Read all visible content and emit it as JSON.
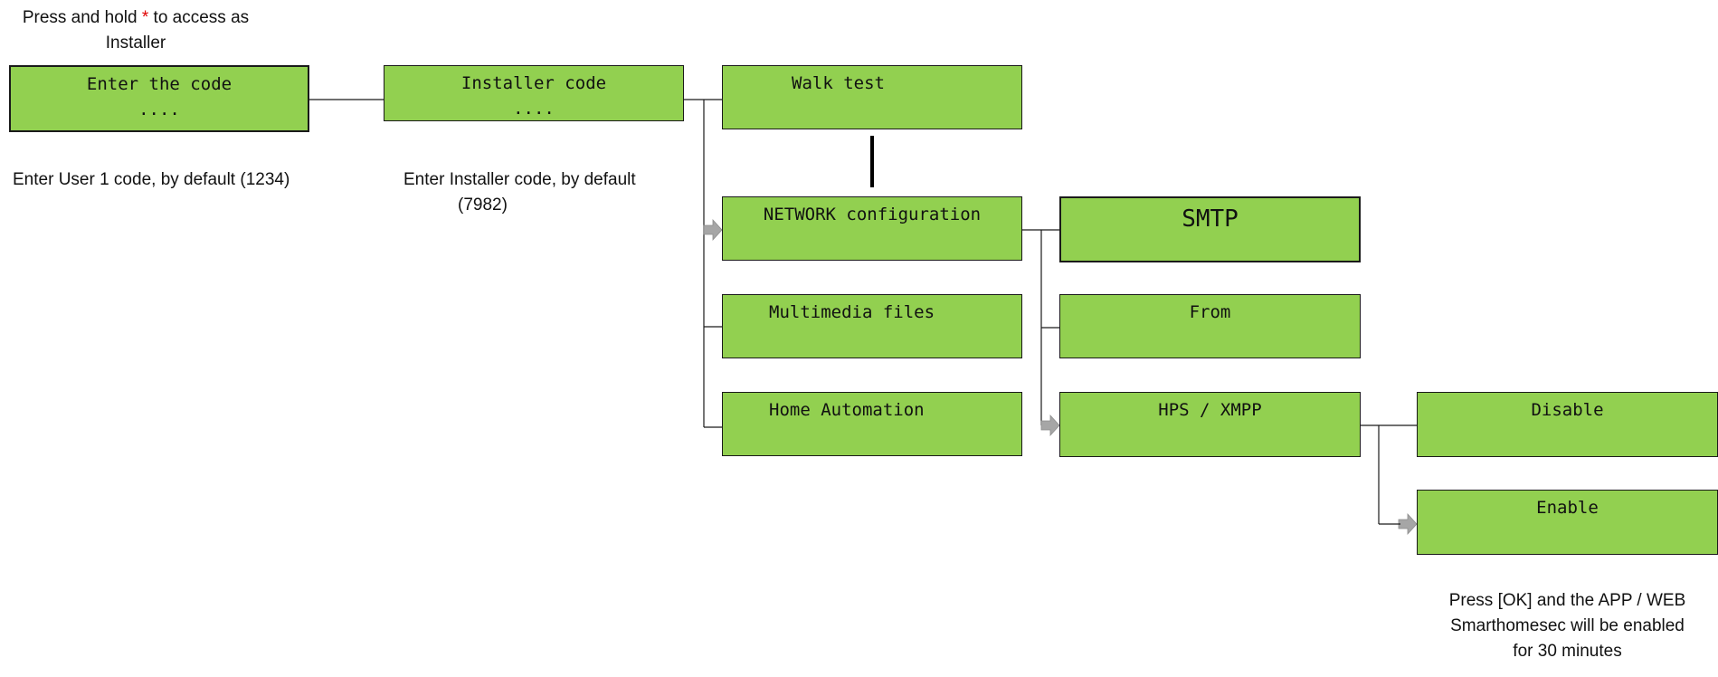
{
  "notes": {
    "access_prefix": "Press and hold ",
    "access_star": "*",
    "access_suffix": " to access as",
    "access_line2": "Installer",
    "user_code_hint": "Enter User 1 code, by default (1234)",
    "installer_hint_line1": "Enter Installer code, by default",
    "installer_hint_line2": "(7982)",
    "enable_hint_line1": "Press [OK] and the APP / WEB",
    "enable_hint_line2": "Smarthomesec will be enabled",
    "enable_hint_line3": "for 30 minutes"
  },
  "boxes": {
    "enter_code": {
      "title": "Enter the code",
      "value": "...."
    },
    "installer_code": {
      "title": "Installer code",
      "value": "...."
    },
    "walk_test": {
      "title": "Walk test"
    },
    "network_config": {
      "title": "NETWORK configuration"
    },
    "multimedia": {
      "title": "Multimedia files"
    },
    "home_automation": {
      "title": "Home Automation"
    },
    "smtp": {
      "title": "SMTP"
    },
    "from": {
      "title": "From"
    },
    "hps_xmpp": {
      "title": "HPS / XMPP"
    },
    "disable": {
      "title": "Disable"
    },
    "enable": {
      "title": "Enable"
    }
  },
  "colors": {
    "box_fill": "#92d050",
    "arrow_fill": "#a6a6a6",
    "star": "#e00000"
  }
}
